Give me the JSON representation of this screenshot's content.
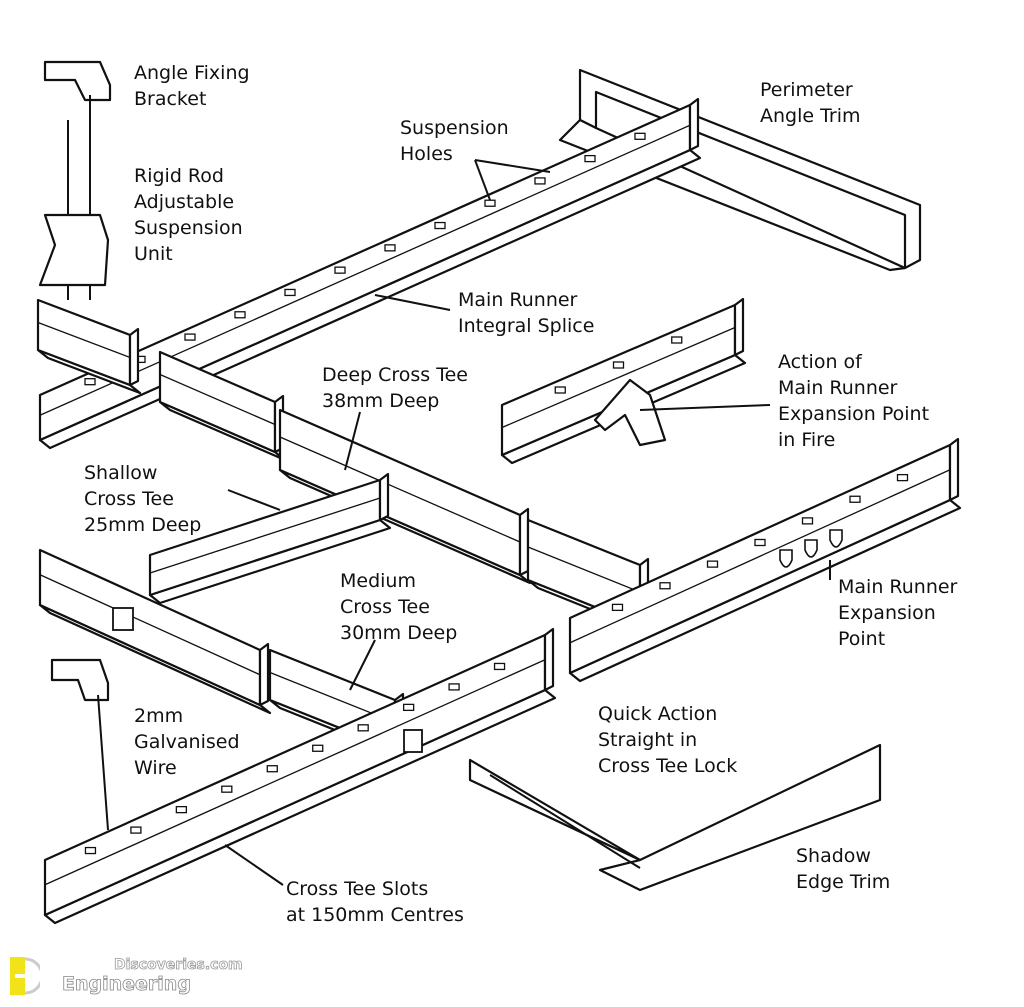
{
  "title": "Suspended ceiling grid components",
  "labels": {
    "angle_fixing_bracket": [
      "Angle Fixing",
      "Bracket"
    ],
    "rigid_rod": [
      "Rigid Rod",
      "Adjustable",
      "Suspension",
      "Unit"
    ],
    "suspension_holes": [
      "Suspension",
      "Holes"
    ],
    "perimeter_angle_trim": [
      "Perimeter",
      "Angle Trim"
    ],
    "main_runner_splice": [
      "Main Runner",
      "Integral Splice"
    ],
    "deep_cross_tee": [
      "Deep Cross Tee",
      "38mm Deep"
    ],
    "action_expansion": [
      "Action of",
      "Main Runner",
      "Expansion Point",
      "in Fire"
    ],
    "shallow_cross_tee": [
      "Shallow",
      "Cross Tee",
      "25mm Deep"
    ],
    "main_runner_expansion": [
      "Main Runner",
      "Expansion",
      "Point"
    ],
    "medium_cross_tee": [
      "Medium",
      "Cross Tee",
      "30mm Deep"
    ],
    "galvanised_wire": [
      "2mm",
      "Galvanised",
      "Wire"
    ],
    "quick_action": [
      "Quick Action",
      "Straight in",
      "Cross Tee Lock"
    ],
    "shadow_edge_trim": [
      "Shadow",
      "Edge Trim"
    ],
    "cross_tee_slots": [
      "Cross Tee Slots",
      "at 150mm Centres"
    ]
  },
  "logo": {
    "top": "Discoveries.com",
    "bottom": "Engineering",
    "accent": "#f2e21a"
  }
}
